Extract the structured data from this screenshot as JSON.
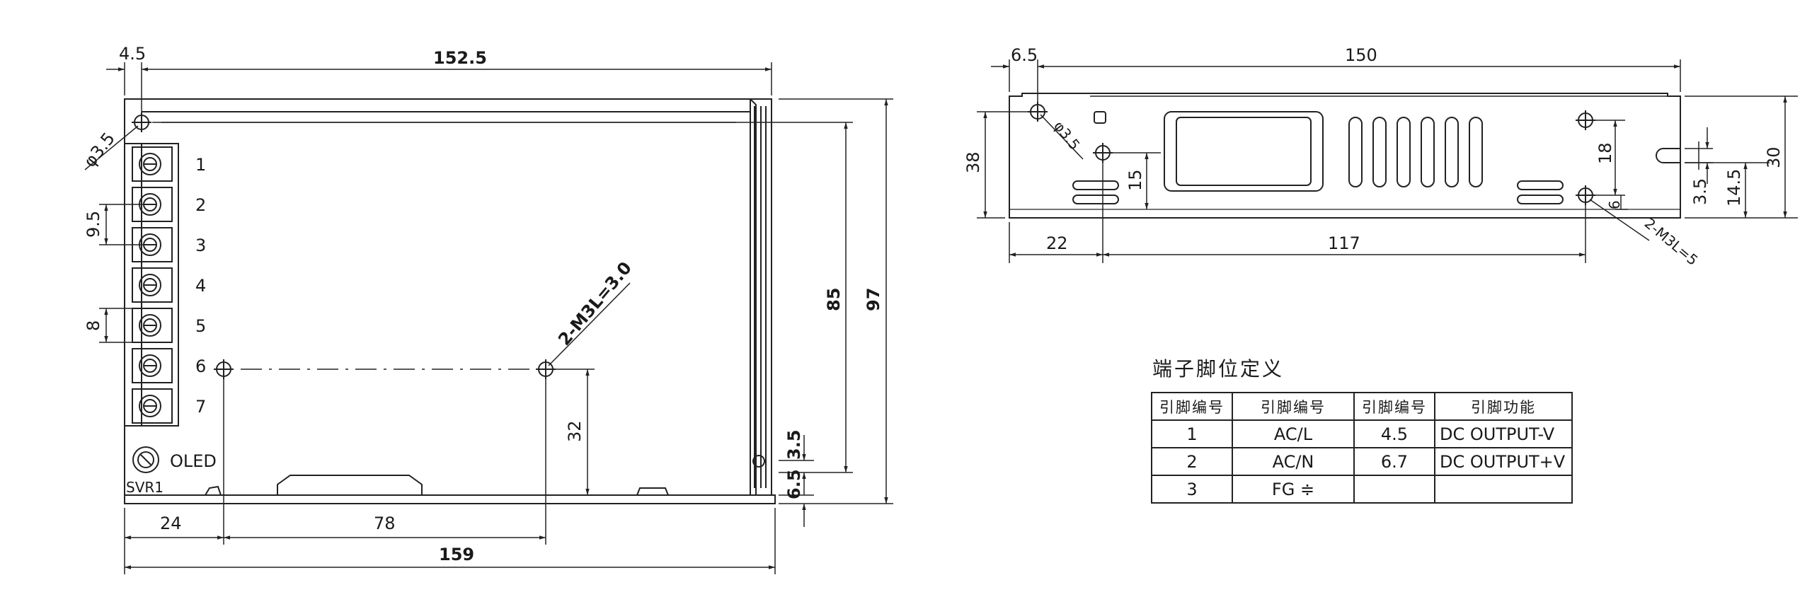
{
  "front_view": {
    "dims": {
      "top_offset": "4.5",
      "top_width": "152.5",
      "hole_dia": "φ3.5",
      "pitch": "9.5",
      "terminal_h": "8",
      "mount_label": "2-M3L=3.0",
      "height_inner": "85",
      "height_total": "97",
      "hole_height": "32",
      "edge_small": "3.5",
      "edge_bottom": "6.5",
      "left_offset": "24",
      "hole_spacing": "78",
      "total_width": "159"
    },
    "terminals": [
      "1",
      "2",
      "3",
      "4",
      "5",
      "6",
      "7"
    ],
    "led_label": "OLED",
    "pot_label": "SVR1"
  },
  "side_view": {
    "dims": {
      "top_offset": "6.5",
      "top_width": "150",
      "height_left": "38",
      "hole_dia": "φ3.5",
      "hole_h": "15",
      "bottom_left": "22",
      "bottom_span": "117",
      "right_hole_spacing": "18",
      "right_small": "6",
      "mount_label": "2-M3L=5",
      "slot": "3.5",
      "height_mid": "14.5",
      "height_total": "30"
    }
  },
  "pin_table": {
    "title": "端子脚位定义",
    "headers": [
      "引脚编号",
      "引脚编号",
      "引脚编号",
      "引脚功能"
    ],
    "rows": [
      [
        "1",
        "AC/L",
        "4.5",
        "DC OUTPUT-V"
      ],
      [
        "2",
        "AC/N",
        "6.7",
        "DC OUTPUT+V"
      ],
      [
        "3",
        "FG ≑",
        "",
        ""
      ]
    ]
  }
}
